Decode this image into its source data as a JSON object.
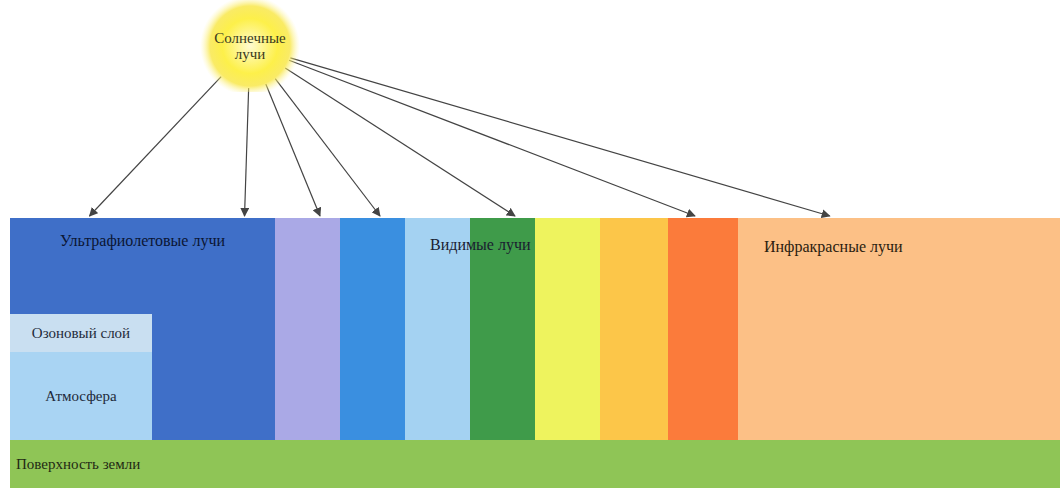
{
  "diagram": {
    "nodes": [
      {
        "text": [
          "Солнечные лучи"
        ]
      },
      {
        "text": [
          "Ультрафиолетовые лучи"
        ]
      },
      {
        "text": [
          "Озоновый слой"
        ],
        "in": 1
      },
      {
        "text": [
          "Атмосфера"
        ],
        "in": 1
      },
      {
        "text": [
          "Инфракрасные лучи"
        ]
      },
      {
        "text": [
          "Поверхность земли"
        ]
      }
    ],
    "edges": [
      {
        "from": 0,
        "to": 1,
        "arrow": "to"
      },
      {
        "from": 0,
        "to": 1,
        "arrow": "to"
      },
      {
        "from": 0,
        "to": 4,
        "arrow": "to"
      }
    ],
    "labels": [
      "Видимые лучи"
    ]
  }
}
